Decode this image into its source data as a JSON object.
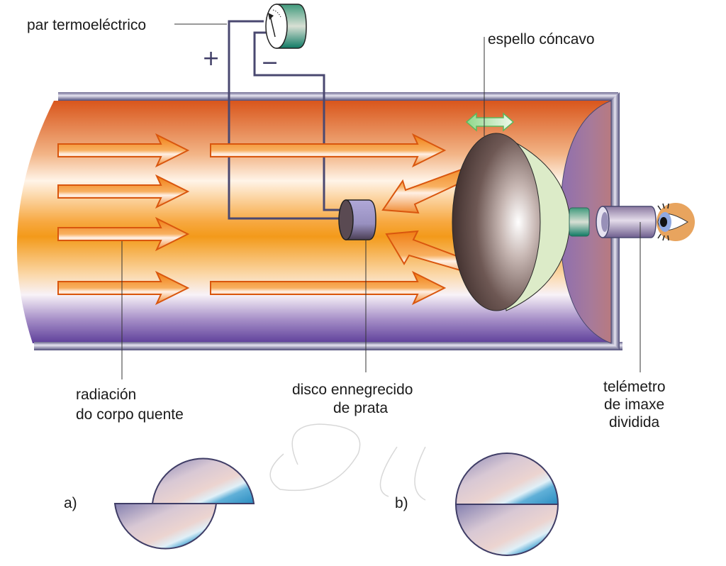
{
  "figure": {
    "title": "Pirómetro óptico de radiación",
    "labels": {
      "thermocouple": "par termoeléctrico",
      "plus_sign": "+",
      "minus_sign": "−",
      "concave_mirror": "espello cóncavo",
      "radiation_line1": "radiación",
      "radiation_line2": "do  corpo quente",
      "disc_line1": "disco ennegrecido",
      "disc_line2": "de prata",
      "rangefinder_line1": "telémetro",
      "rangefinder_line2": "de imaxe",
      "rangefinder_line3": "dividida",
      "panel_a": "a)",
      "panel_b": "b)"
    },
    "colors": {
      "tube_top": "#d9561c",
      "tube_mid": "#f39a1a",
      "tube_light": "#fff2e2",
      "tube_bottom": "#5e3f9a",
      "tube_rim": "#8e8aa8",
      "wire": "#4a4870",
      "arrow_orange": "#f07d12",
      "arrow_outline": "#d9560e",
      "mirror_dark": "#3a2a28",
      "mirror_back": "#dcebc8",
      "end_cap": "#9a6fa8",
      "meter_green": "#3f9a7c",
      "eye_skin": "#e8a45e",
      "iris": "#8fa8e0",
      "lens_blue": "#3a9ccc",
      "lens_pink": "#ecd4d0",
      "lens_violet": "#8480b0",
      "double_arrow_green": "#8fd88a"
    },
    "components": [
      {
        "name": "thermocouple-meter",
        "icon": "gauge-icon"
      },
      {
        "name": "concave-mirror",
        "movable": true
      },
      {
        "name": "blackened-silver-disc"
      },
      {
        "name": "split-image-rangefinder"
      },
      {
        "name": "eye",
        "icon": "eye-icon"
      }
    ],
    "incoming_arrows": 6,
    "reflected_arrows": 2,
    "panels": [
      {
        "id": "a",
        "state": "halves offset (out of focus)"
      },
      {
        "id": "b",
        "state": "halves aligned (in focus)"
      }
    ]
  }
}
